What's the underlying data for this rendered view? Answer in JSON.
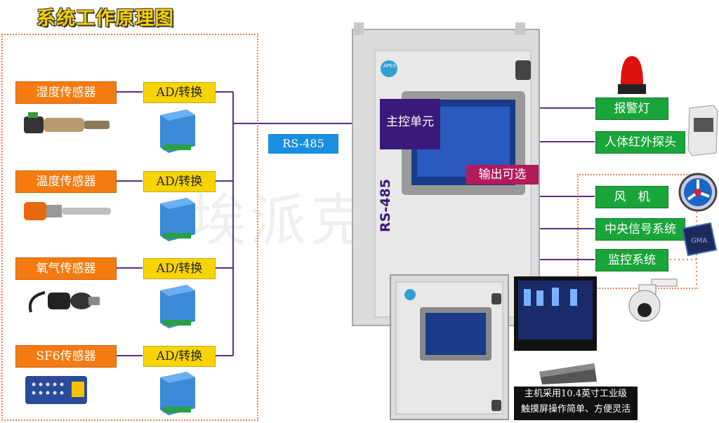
{
  "title": "系统工作原理图",
  "sensors": [
    "湿度传感器",
    "温度传感器",
    "氧气传感器",
    "SF6传感器"
  ],
  "converters": [
    "AD/转换",
    "AD/转换",
    "AD/转换",
    "AD/转换"
  ],
  "bus_label": "RS-485",
  "vertical_bus_label": "RS-485",
  "main_unit": "主控单元",
  "output_option": "输出可选",
  "outputs": [
    "报警灯",
    "人体红外探头",
    "风　机",
    "中央信号系统",
    "监控系统"
  ],
  "watermark": "埃派克电气",
  "cabinet_brand": "APEX",
  "note_lines": [
    "主机采用10.4英寸工业级",
    "触摸屏操作简单、方便灵活"
  ],
  "colors": {
    "sensor": "#f47b10",
    "converter": "#f8d400",
    "output": "#1aa53a",
    "bus": "#1a8fe0",
    "main": "#3a1a78",
    "option": "#b01c5a",
    "wire": "#5a2d8a"
  }
}
